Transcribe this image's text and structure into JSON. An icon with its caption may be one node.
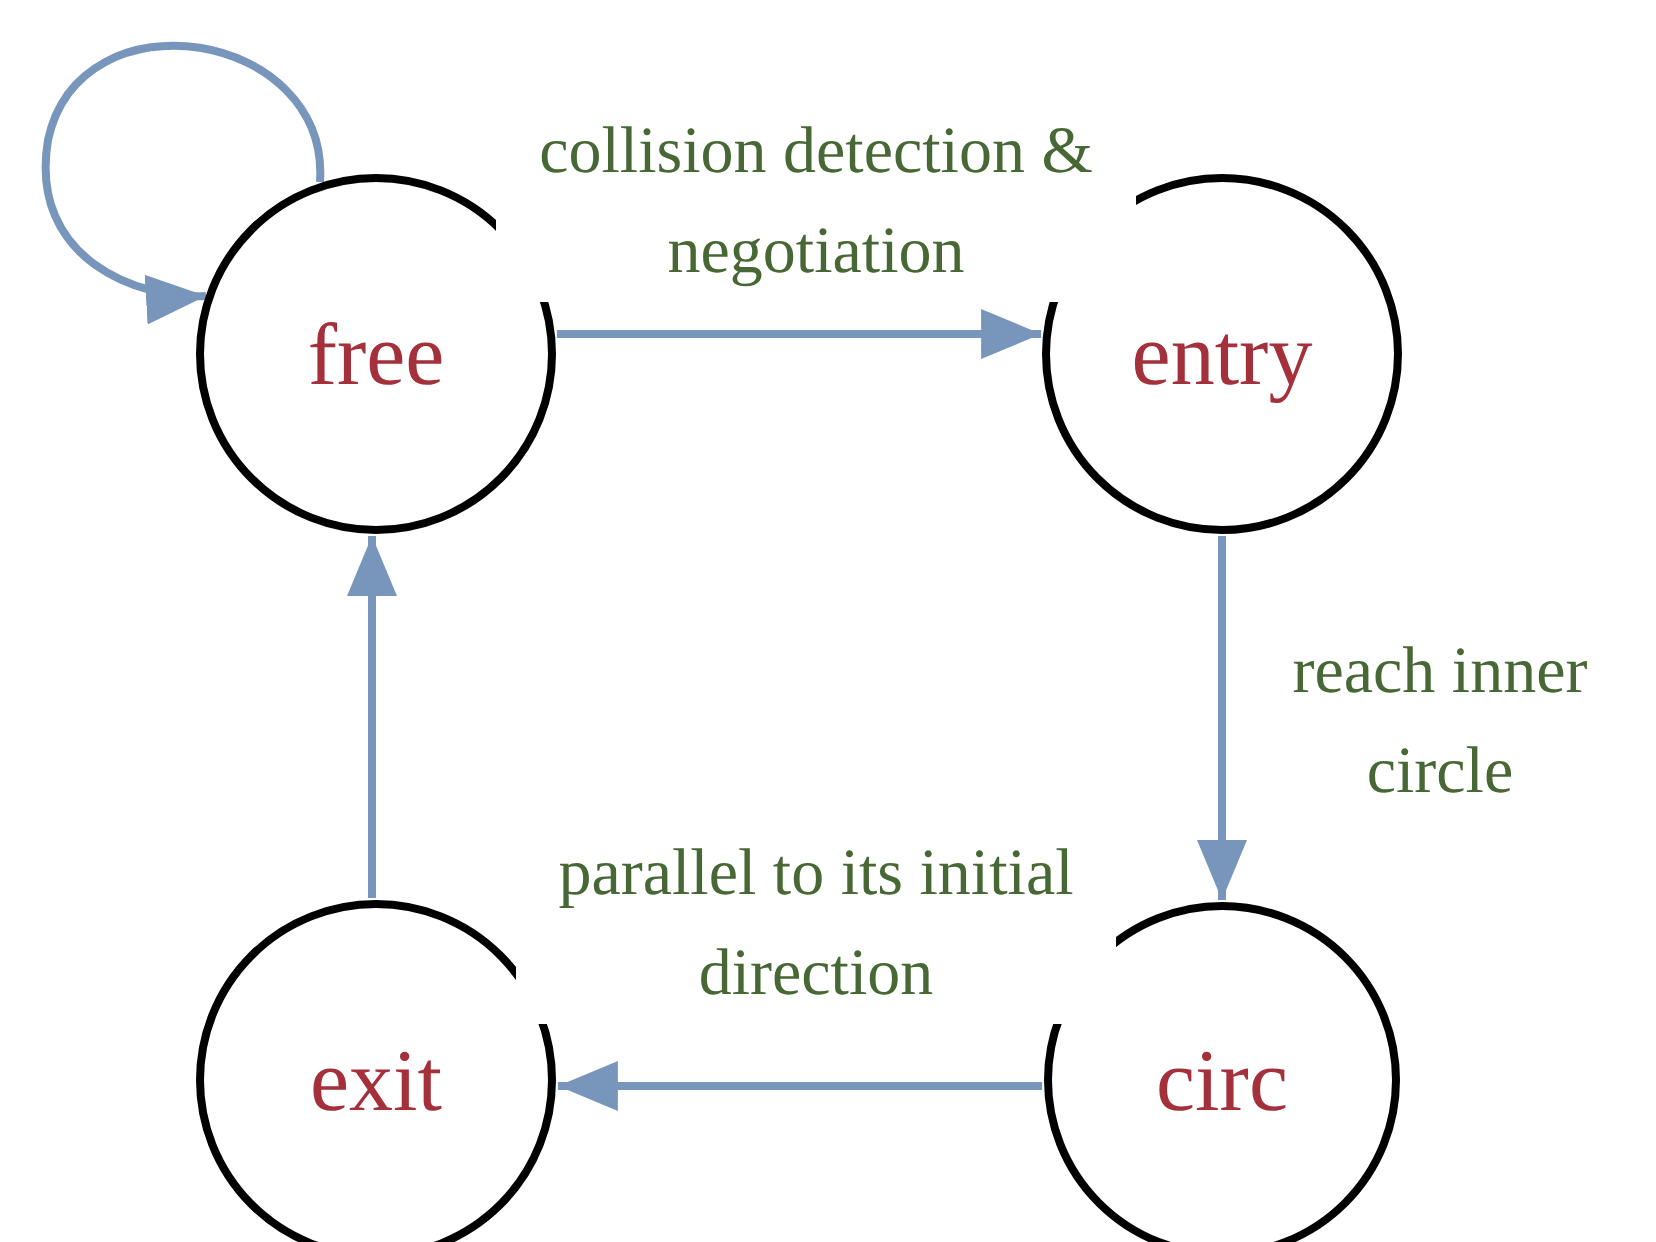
{
  "diagram": {
    "nodes": [
      {
        "text": [
          "free"
        ]
      },
      {
        "text": [
          "entry"
        ]
      },
      {
        "text": [
          "circ"
        ]
      },
      {
        "text": [
          "exit"
        ]
      }
    ],
    "edges": [
      {
        "from": 0,
        "to": 0,
        "arrow": "to"
      },
      {
        "from": 0,
        "to": 1,
        "arrow": "to",
        "label": "collision detection & negotiation"
      },
      {
        "from": 1,
        "to": 2,
        "arrow": "to",
        "label": "reach inner circle"
      },
      {
        "from": 2,
        "to": 3,
        "arrow": "to",
        "label": "parallel to its initial direction"
      },
      {
        "from": 3,
        "to": 0,
        "arrow": "to"
      }
    ]
  }
}
